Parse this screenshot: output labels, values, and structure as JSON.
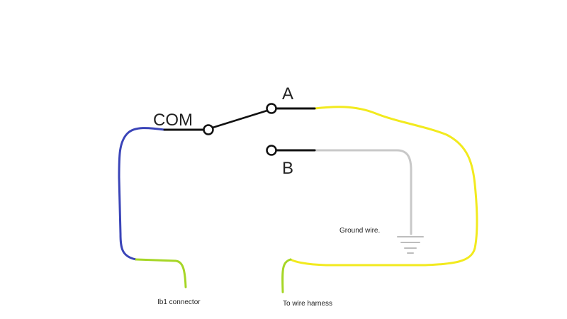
{
  "labels": {
    "com": "COM",
    "a": "A",
    "b": "B",
    "ground": "Ground wire.",
    "ib1": "Ib1 connector",
    "harness": "To wire harness"
  },
  "colors": {
    "black_wire": "#111111",
    "blue_wire": "#3a44b8",
    "green_wire": "#a6d626",
    "yellow_wire": "#f2ea1e",
    "gray_wire": "#c8c8c8",
    "ground_symbol": "#bdbdbd"
  }
}
